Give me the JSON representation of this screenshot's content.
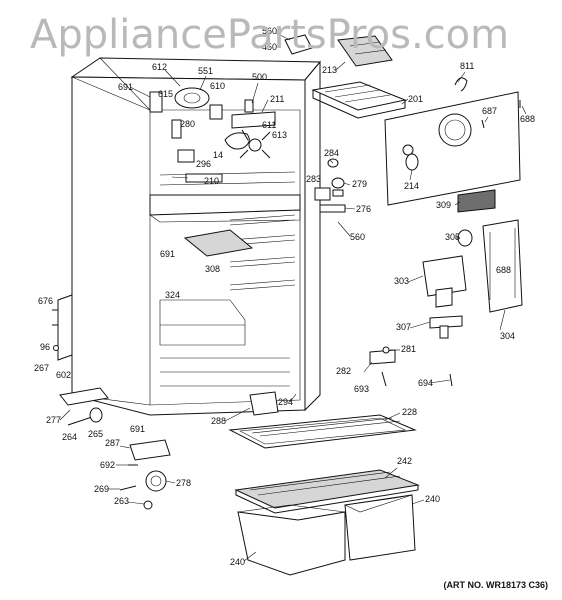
{
  "watermark": "AppliancePartsPros.com",
  "art_number": "(ART NO. WR18173 C36)",
  "callouts": [
    "560",
    "450",
    "213",
    "811",
    "201",
    "687",
    "688",
    "612",
    "551",
    "500",
    "691",
    "615",
    "610",
    "211",
    "280",
    "611",
    "613",
    "14",
    "296",
    "210",
    "284",
    "279",
    "283",
    "276",
    "560",
    "214",
    "309",
    "691",
    "308",
    "324",
    "305",
    "303",
    "688",
    "676",
    "96",
    "307",
    "304",
    "267",
    "602",
    "281",
    "282",
    "693",
    "694",
    "277",
    "264",
    "265",
    "294",
    "228",
    "691",
    "288",
    "287",
    "692",
    "278",
    "269",
    "263",
    "242",
    "240",
    "240"
  ]
}
